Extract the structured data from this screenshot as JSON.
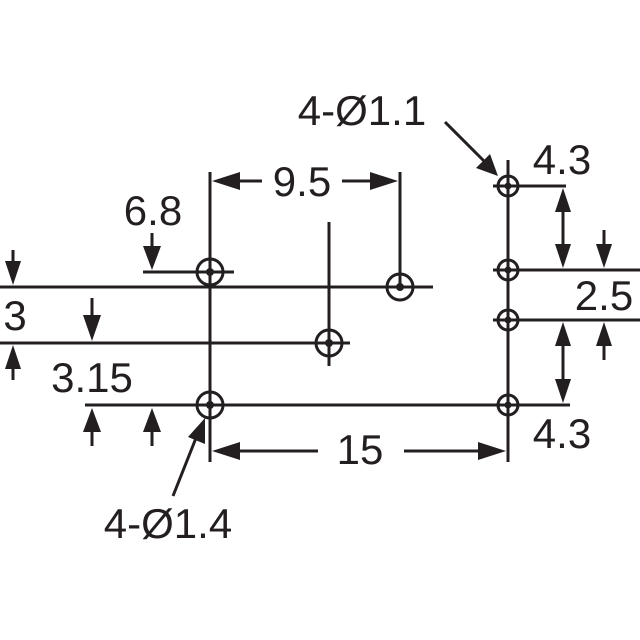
{
  "diagram": {
    "labels": {
      "hole_small": "4-Ø1.1",
      "hole_large": "4-Ø1.4",
      "d_9_5": "9.5",
      "d_6_8": "6.8",
      "d_3": "3",
      "d_3_15": "3.15",
      "d_15": "15",
      "d_4_3_top": "4.3",
      "d_2_5": "2.5",
      "d_4_3_bottom": "4.3"
    },
    "colors": {
      "ink": "#231f20",
      "background": "#ffffff"
    }
  }
}
